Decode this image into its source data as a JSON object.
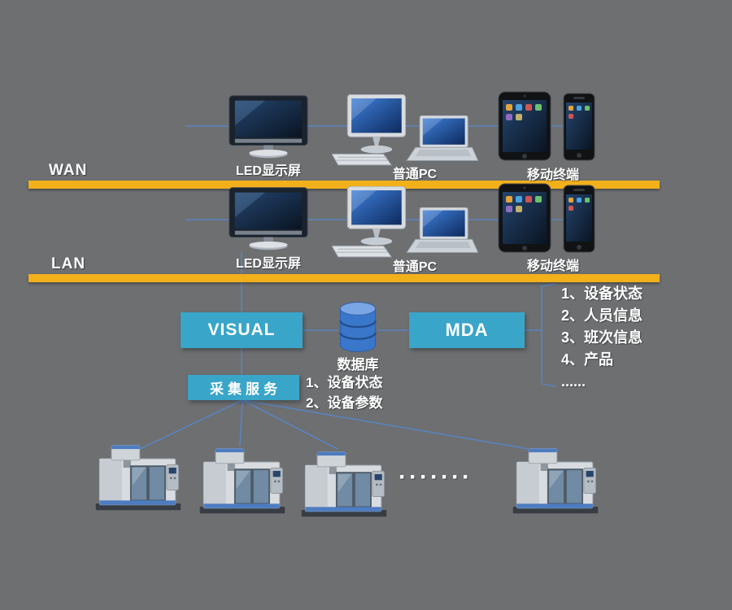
{
  "colors": {
    "background": "#6d6f71",
    "bar_yellow": "#f2b01b",
    "box_blue": "#38a5c9",
    "wire_blue": "#5b83bd",
    "text": "#ffffff"
  },
  "zones": {
    "wan": {
      "label": "WAN"
    },
    "lan": {
      "label": "LAN"
    }
  },
  "wan_row": {
    "led_label": "LED显示屏",
    "pc_label": "普通PC",
    "mobile_label": "移动终端"
  },
  "lan_row": {
    "led_label": "LED显示屏",
    "pc_label": "普通PC",
    "mobile_label": "移动终端"
  },
  "middle": {
    "visual_label": "VISUAL",
    "database_label": "数据库",
    "mda_label": "MDA",
    "collect_label": "采集服务",
    "database_notes": [
      "1、设备状态",
      "2、设备参数"
    ],
    "mda_outputs": [
      "1、设备状态",
      "2、人员信息",
      "3、班次信息",
      "4、产品",
      "......"
    ]
  },
  "bottom": {
    "more_machines_dots": "·······"
  }
}
